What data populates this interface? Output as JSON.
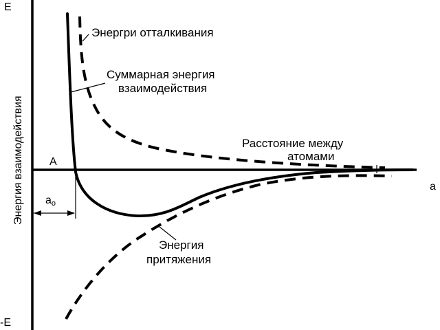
{
  "axes": {
    "y_top": "E",
    "y_bottom": "-E",
    "y_title": "Энергия взаимодействия",
    "x_end": "a",
    "origin_point": "A",
    "equilibrium": {
      "base": "a",
      "subscript": "o"
    }
  },
  "labels": {
    "repulsion": "Энергри отталкивания",
    "total_line1": "Суммарная энергия",
    "total_line2": "взаимодействия",
    "distance_line1": "Расстояние между",
    "distance_line2": "атомами",
    "attraction_line1": "Энергия",
    "attraction_line2": "притяжения"
  }
}
